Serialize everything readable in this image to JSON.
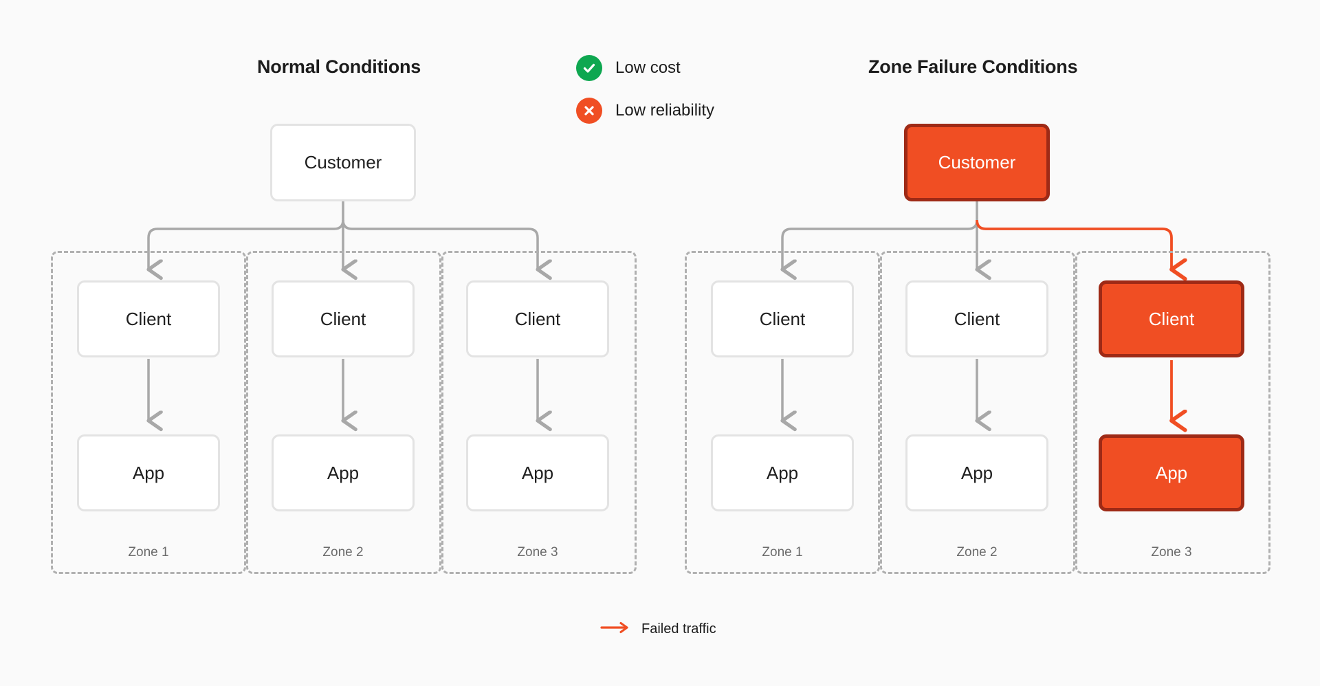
{
  "background": "#FAFAFA",
  "colors": {
    "accent_red": "#F04E23",
    "accent_red_dark": "#9E2A16",
    "accent_green": "#0EA750",
    "node_border": "#E3E3E3",
    "zone_border": "#B0B0B0",
    "wire": "#A8A8A8",
    "text": "#1C1C1C",
    "muted_text": "#6B6B6B"
  },
  "panels": {
    "left": {
      "title": "Normal Conditions",
      "customer": {
        "label": "Customer",
        "state": "normal"
      },
      "zones": [
        {
          "label": "Zone 1",
          "client": {
            "label": "Client",
            "state": "normal"
          },
          "app": {
            "label": "App",
            "state": "normal"
          }
        },
        {
          "label": "Zone 2",
          "client": {
            "label": "Client",
            "state": "normal"
          },
          "app": {
            "label": "App",
            "state": "normal"
          }
        },
        {
          "label": "Zone 3",
          "client": {
            "label": "Client",
            "state": "normal"
          },
          "app": {
            "label": "App",
            "state": "normal"
          }
        }
      ]
    },
    "right": {
      "title": "Zone Failure Conditions",
      "customer": {
        "label": "Customer",
        "state": "failed"
      },
      "zones": [
        {
          "label": "Zone 1",
          "client": {
            "label": "Client",
            "state": "normal"
          },
          "app": {
            "label": "App",
            "state": "normal"
          }
        },
        {
          "label": "Zone 2",
          "client": {
            "label": "Client",
            "state": "normal"
          },
          "app": {
            "label": "App",
            "state": "normal"
          }
        },
        {
          "label": "Zone 3",
          "client": {
            "label": "Client",
            "state": "failed"
          },
          "app": {
            "label": "App",
            "state": "failed"
          }
        }
      ]
    }
  },
  "legend_top": [
    {
      "icon": "check-circle-icon",
      "label": "Low cost",
      "color": "#0EA750"
    },
    {
      "icon": "x-circle-icon",
      "label": "Low reliability",
      "color": "#F04E23"
    }
  ],
  "legend_bottom": {
    "icon": "arrow-right-icon",
    "label": "Failed traffic",
    "color": "#F04E23"
  }
}
